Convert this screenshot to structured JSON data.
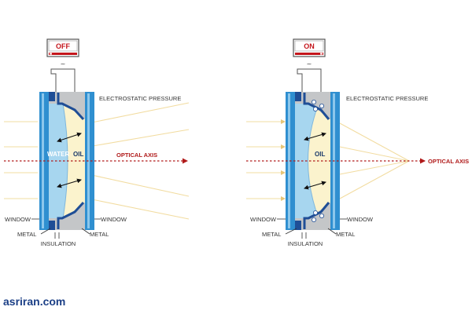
{
  "off_panel": {
    "switch_label": "OFF",
    "tilde": "~",
    "labels": {
      "electrostatic_pressure": "ELECTROSTATIC PRESSURE",
      "water": "WATER",
      "oil": "OIL",
      "optical_axis": "OPTICAL AXIS",
      "window_left": "WINDOW",
      "window_right": "WINDOW",
      "metal_left": "METAL",
      "metal_right": "METAL",
      "insulation": "INSULATION"
    }
  },
  "on_panel": {
    "switch_label": "ON",
    "tilde": "~",
    "labels": {
      "electrostatic_pressure": "ELECTROSTATIC PRESSURE",
      "oil": "OIL",
      "optical_axis": "OPTICAL AXIS",
      "window_left": "WINDOW",
      "window_right": "WINDOW",
      "metal_left": "METAL",
      "metal_right": "METAL",
      "insulation": "INSULATION"
    }
  },
  "watermark": "asriran.com",
  "colors": {
    "glass": "#2f8fd0",
    "water": "#a7d6ef",
    "oil": "#fbf3cd",
    "metal": "#c4c6c8",
    "dark_blue": "#1f4e96",
    "light_ray": "#f2dca0",
    "optical_axis": "#b01a1a",
    "switch_red": "#c4161c"
  }
}
